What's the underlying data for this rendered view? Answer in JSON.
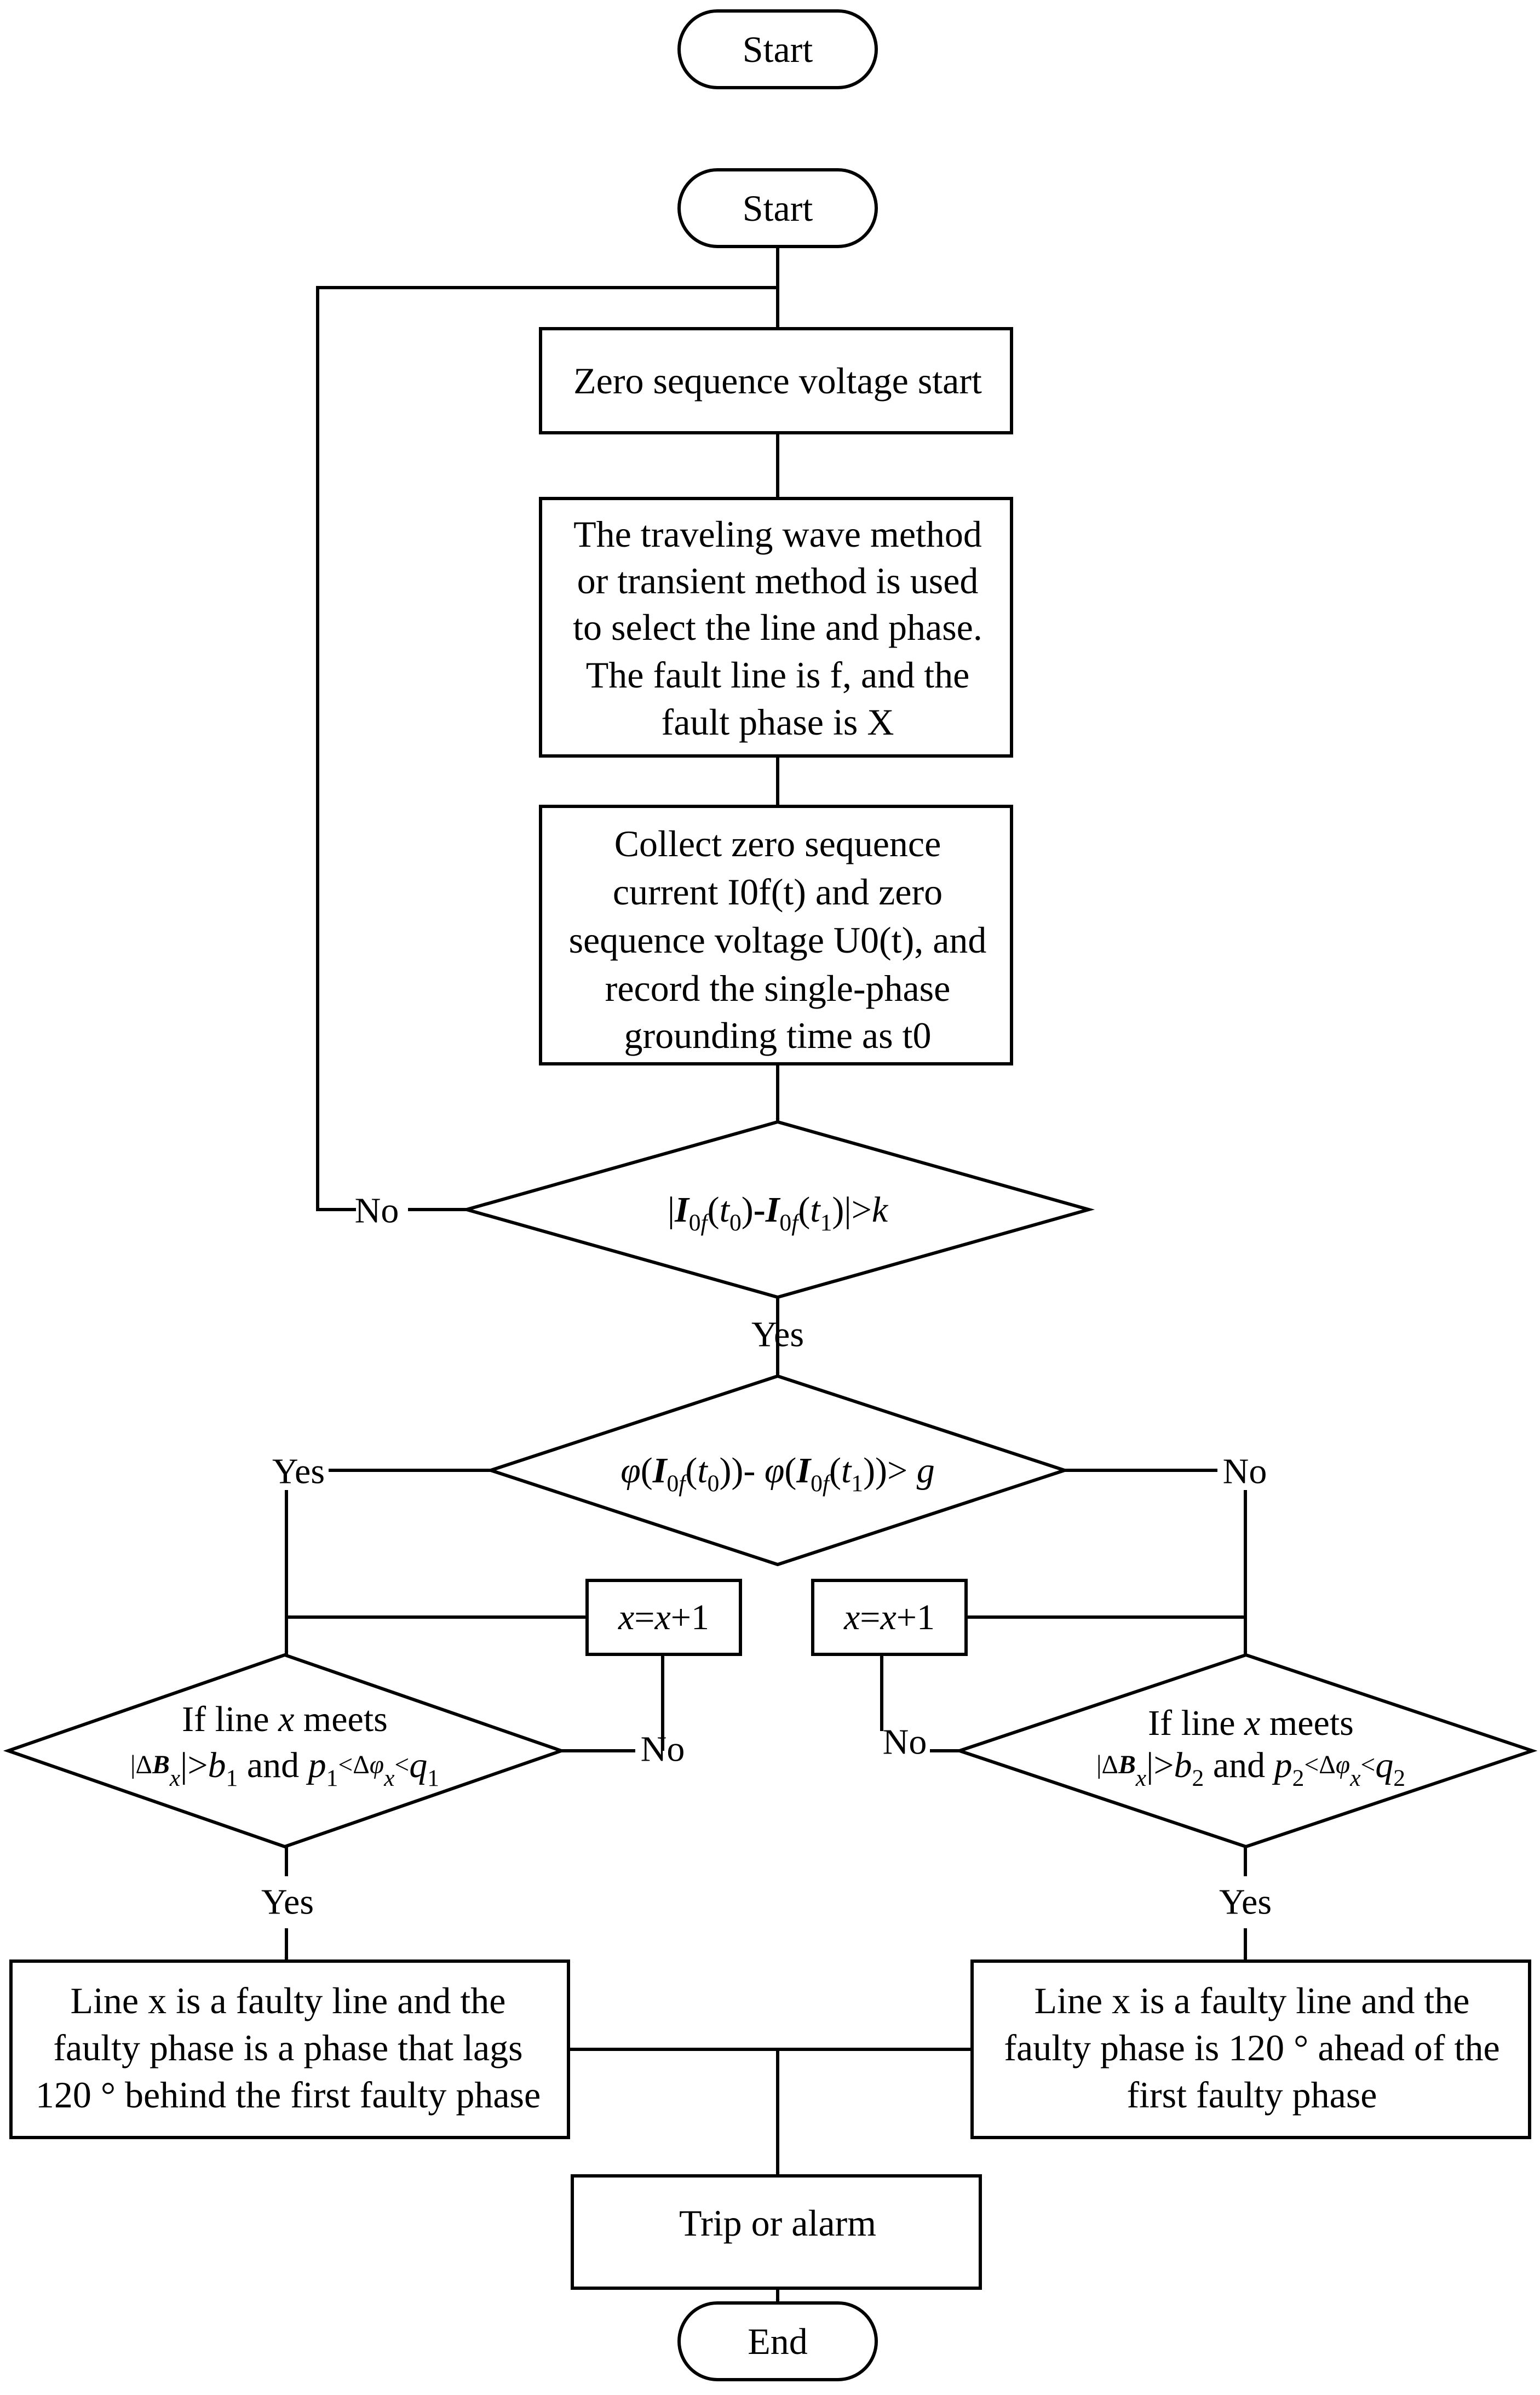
{
  "terminals": {
    "start_top": "Start",
    "start_main": "Start",
    "end": "End"
  },
  "boxes": {
    "zero_seq_start": "Zero sequence voltage start",
    "select_lines": [
      "The traveling wave method",
      "or transient method is used",
      "to select the line and phase.",
      "The fault line is f, and the",
      "fault phase is X"
    ],
    "collect_lines": [
      "Collect zero sequence",
      "current I0f(t) and zero",
      "sequence voltage U0(t), and",
      "record the single-phase",
      "grounding time as t0"
    ],
    "x_increment_left": "x=x+1",
    "x_increment_right": "x=x+1",
    "result_left": [
      "Line x is a faulty line and the",
      "faulty phase is a phase that lags",
      "120 ° behind the first faulty phase"
    ],
    "result_right": [
      "Line x is a faulty line and the",
      "faulty phase is 120 ° ahead of the",
      "first faulty phase"
    ],
    "trip": "Trip or alarm"
  },
  "decisions": {
    "magnitude": "|I0f(t0)-I0f(t1)|>k",
    "phase": "φ(I0f(t0))- φ(I0f(t1))> g",
    "left_line1": "If line x meets",
    "left_line2": "|ΔBx|>b1 and p1<Δφx<q1",
    "right_line1": "If line x meets",
    "right_line2": "|ΔBx|>b2 and p2<Δφx<q2"
  },
  "labels": {
    "no_magnitude": "No",
    "yes_magnitude": "Yes",
    "yes_phase": "Yes",
    "no_phase": "No",
    "no_left": "No",
    "no_right": "No",
    "yes_left": "Yes",
    "yes_right": "Yes"
  }
}
